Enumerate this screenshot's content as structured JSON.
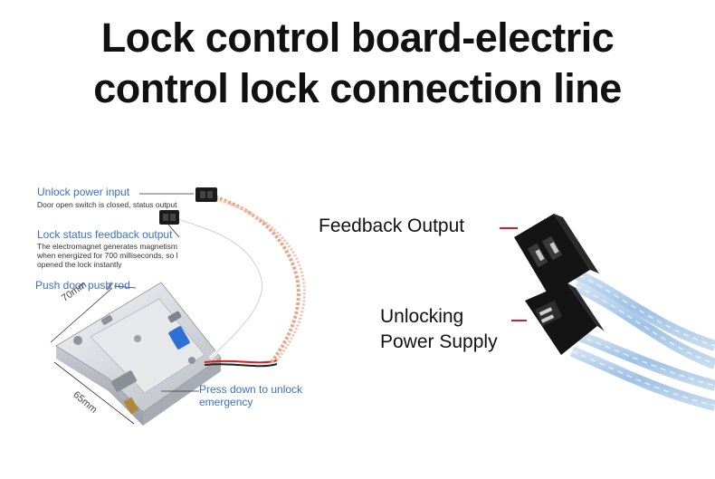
{
  "title": {
    "line1": "Lock control board-electric",
    "line2": "control lock connection line"
  },
  "left_diagram": {
    "unlock_power_input": "Unlock power input",
    "door_open_switch": "Door open switch is closed, status output",
    "lock_status_feedback": "Lock status feedback output",
    "electromagnet_note": [
      "The electromagnet generates magnetism",
      "when energized for 700 milliseconds, so I",
      "opened the lock instantly"
    ],
    "push_door_push_rod": "Push door push rod",
    "dim_70mm": "70mm",
    "dim_65mm": "65mm",
    "press_down": [
      "Press down to unlock",
      "emergency"
    ]
  },
  "right_diagram": {
    "feedback_output": "Feedback Output",
    "unlocking_power_supply": [
      "Unlocking",
      "Power Supply"
    ]
  },
  "colors": {
    "label_blue": "#3a6fc4",
    "pointer_red": "#d0202a",
    "cable_blue": "#a9c8e8"
  }
}
